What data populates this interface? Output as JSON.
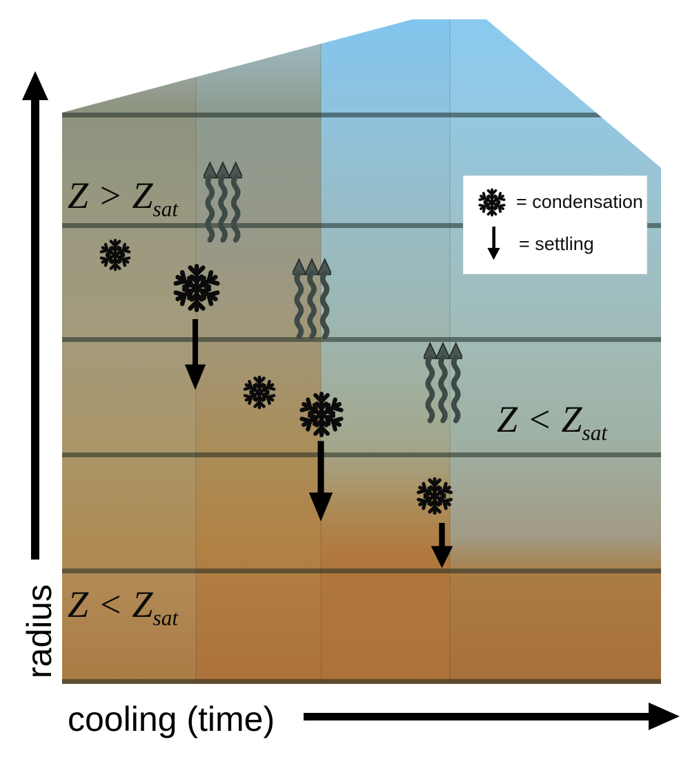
{
  "axes": {
    "y_label": "radius",
    "x_label": "cooling (time)"
  },
  "region_labels": {
    "saturated_top": {
      "main": "Z > Z",
      "sub": "sat"
    },
    "unsaturated_right": {
      "main": "Z < Z",
      "sub": "sat"
    },
    "unsaturated_bottom": {
      "main": "Z < Z",
      "sub": "sat"
    }
  },
  "legend": {
    "condensation": {
      "icon": "snowflake-icon",
      "label": "= condensation"
    },
    "settling": {
      "icon": "settling-arrow-icon",
      "label": "= settling"
    }
  },
  "icons": {
    "snowflake": "snowflake-icon",
    "settling_arrow": "settling-arrow-icon",
    "rising_plume": "rising-wavy-arrows-icon"
  },
  "colors": {
    "sky_blue_top": "#8acaf0",
    "olive_upper_left": "#9a997f",
    "brown_bottom": "#ab7239",
    "gridline": "#32423a",
    "ink": "#000000",
    "legend_background": "#ffffff"
  }
}
